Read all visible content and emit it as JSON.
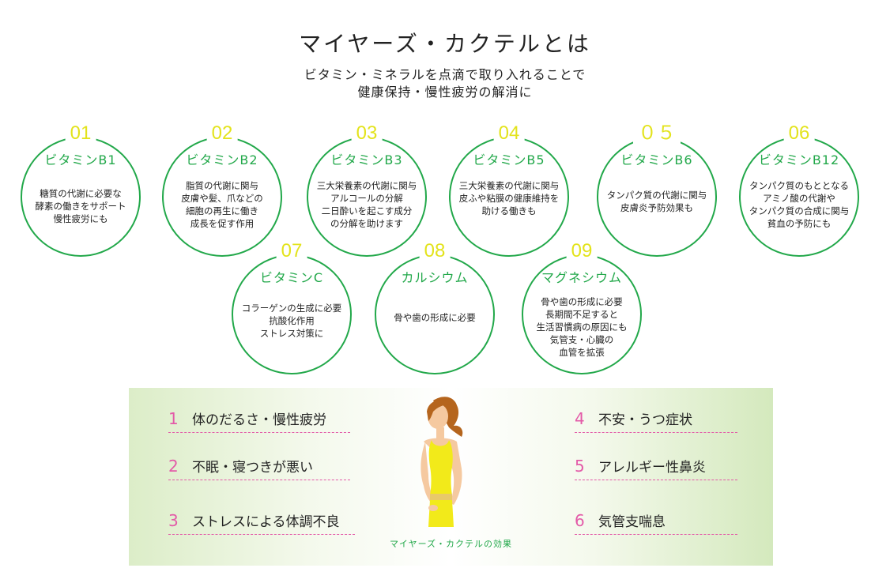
{
  "header": {
    "title": "マイヤーズ・カクテルとは",
    "subtitle_line1": "ビタミン・ミネラルを点滴で取り入れることで",
    "subtitle_line2": "健康保持・慢性疲労の解消に"
  },
  "vitamins": [
    {
      "num": "01",
      "name": "ビタミンB1",
      "lines": [
        "糖質の代謝に必要な",
        "酵素の働きをサポート",
        "慢性疲労にも"
      ]
    },
    {
      "num": "02",
      "name": "ビタミンB2",
      "lines": [
        "脂質の代謝に関与",
        "皮膚や髪、爪などの",
        "細胞の再生に働き",
        "成長を促す作用"
      ]
    },
    {
      "num": "03",
      "name": "ビタミンB3",
      "lines": [
        "三大栄養素の代謝に関与",
        "アルコールの分解",
        "二日酔いを起こす成分",
        "の分解を助けます"
      ]
    },
    {
      "num": "04",
      "name": "ビタミンB5",
      "lines": [
        "三大栄養素の代謝に関与",
        "皮ふや粘膜の健康維持を",
        "助ける働きも"
      ]
    },
    {
      "num": "０５",
      "name": "ビタミンB6",
      "lines": [
        "タンパク質の代謝に関与",
        "皮膚炎予防効果も"
      ]
    },
    {
      "num": "06",
      "name": "ビタミンB12",
      "lines": [
        "タンパク質のもととなる",
        "アミノ酸の代謝や",
        "タンパク質の合成に関与",
        "貧血の予防にも"
      ]
    },
    {
      "num": "07",
      "name": "ビタミンC",
      "lines": [
        "コラーゲンの生成に必要",
        "抗酸化作用",
        "ストレス対策に"
      ]
    },
    {
      "num": "08",
      "name": "カルシウム",
      "lines": [
        "骨や歯の形成に必要"
      ]
    },
    {
      "num": "09",
      "name": "マグネシウム",
      "lines": [
        "骨や歯の形成に必要",
        "長期間不足すると",
        "生活習慣病の原因にも",
        "気管支・心臓の",
        "血管を拡張"
      ]
    }
  ],
  "effects": {
    "caption": "マイヤーズ・カクテルの効果",
    "items": [
      {
        "num": "1",
        "text": "体のだるさ・慢性疲労"
      },
      {
        "num": "2",
        "text": "不眠・寝つきが悪い"
      },
      {
        "num": "3",
        "text": "ストレスによる体調不良"
      },
      {
        "num": "4",
        "text": "不安・うつ症状"
      },
      {
        "num": "5",
        "text": "アレルギー性鼻炎"
      },
      {
        "num": "6",
        "text": "気管支喘息"
      }
    ]
  },
  "colors": {
    "accent_green": "#22a84a",
    "number_yellow": "#e3e31c",
    "effect_pink": "#e35aa8",
    "panel_green": "#dcedc8"
  },
  "icons": {
    "woman": "woman-in-yellow-top-illustration"
  }
}
